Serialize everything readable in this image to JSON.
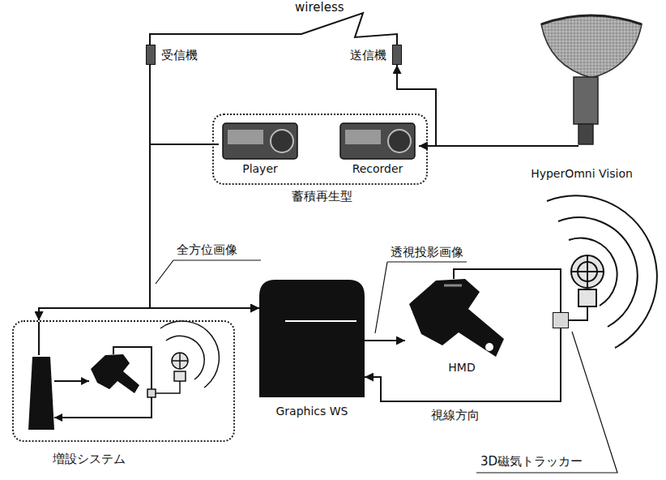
{
  "diagram": {
    "nodes": [
      {
        "text": [
          "受信機"
        ]
      },
      {
        "text": [
          "送信機"
        ]
      },
      {
        "text": [
          "蓄積再生型"
        ]
      },
      {
        "text": [
          "Player"
        ],
        "in": 2
      },
      {
        "text": [
          "Recorder"
        ],
        "in": 2
      },
      {
        "text": [
          "HyperOmni Vision"
        ]
      },
      {
        "text": [
          "Graphics WS"
        ]
      },
      {
        "text": [
          "HMD"
        ]
      },
      {
        "text": [
          "3D磁気トラッカー"
        ]
      },
      {
        "text": [
          "増設システム"
        ]
      }
    ],
    "edges": [
      {
        "from": 5,
        "to": 4,
        "arrow": "to"
      },
      {
        "from": 5,
        "to": 1,
        "arrow": "to"
      },
      {
        "from": 1,
        "to": 0,
        "arrow": "none",
        "label": "wireless"
      },
      {
        "from": 0,
        "to": 6,
        "arrow": "to"
      },
      {
        "from": 3,
        "to": 6,
        "arrow": "to"
      },
      {
        "from": 0,
        "to": 9,
        "arrow": "to"
      },
      {
        "from": 3,
        "to": 9,
        "arrow": "to"
      },
      {
        "from": 6,
        "to": 7,
        "arrow": "to",
        "label": "透視投影画像"
      },
      {
        "from": 7,
        "to": 8,
        "arrow": "none"
      },
      {
        "from": 8,
        "to": 6,
        "arrow": "to",
        "label": "視線方向"
      }
    ],
    "labels": [
      "全方位画像"
    ]
  }
}
